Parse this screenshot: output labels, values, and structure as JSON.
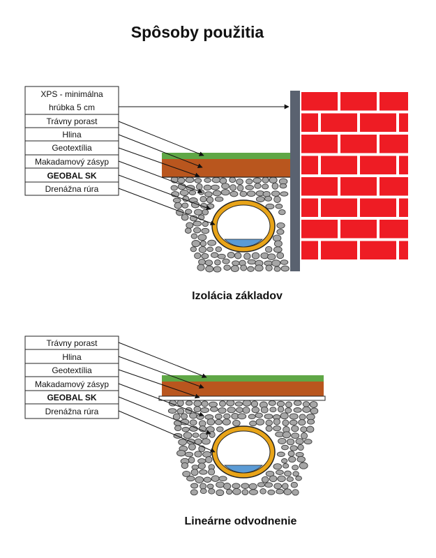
{
  "title": "Spôsoby použitia",
  "diagram_top": {
    "caption": "Izolácia základov",
    "labels": [
      {
        "line1": "XPS - minimálna",
        "line2": "hrúbka 5 cm"
      },
      {
        "text": "Trávny porast"
      },
      {
        "text": "Hlina"
      },
      {
        "text": "Geotextília"
      },
      {
        "text": "Makadamový zásyp"
      },
      {
        "text": "GEOBAL SK",
        "bold": true
      },
      {
        "text": "Drenážna rúra"
      }
    ]
  },
  "diagram_bottom": {
    "caption": "Lineárne odvodnenie",
    "labels": [
      {
        "text": "Trávny porast"
      },
      {
        "text": "Hlina"
      },
      {
        "text": "Geotextília"
      },
      {
        "text": "Makadamový zásyp"
      },
      {
        "text": "GEOBAL SK",
        "bold": true
      },
      {
        "text": "Drenážna rúra"
      }
    ]
  },
  "colors": {
    "brick": "#ee1c24",
    "mortar": "#ffffff",
    "xps": "#5a6270",
    "grass": "#5fa746",
    "soil": "#b9561e",
    "stone": "#a6a6a6",
    "stone_edge": "#3a3a3a",
    "pipe_outer": "#e8a419",
    "water": "#5b9bd5"
  }
}
